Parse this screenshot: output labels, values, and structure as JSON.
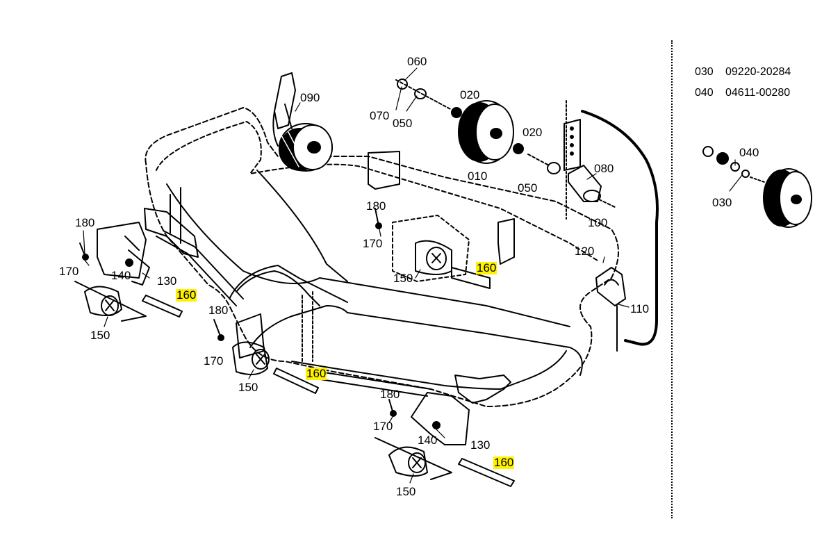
{
  "callouts": [
    {
      "id": "c060",
      "text": "060",
      "highlight": false
    },
    {
      "id": "c090",
      "text": "090",
      "highlight": false
    },
    {
      "id": "c020a",
      "text": "020",
      "highlight": false
    },
    {
      "id": "c070",
      "text": "070",
      "highlight": false
    },
    {
      "id": "c050a",
      "text": "050",
      "highlight": false
    },
    {
      "id": "c020b",
      "text": "020",
      "highlight": false
    },
    {
      "id": "c080",
      "text": "080",
      "highlight": false
    },
    {
      "id": "c010",
      "text": "010",
      "highlight": false
    },
    {
      "id": "c050b",
      "text": "050",
      "highlight": false
    },
    {
      "id": "c100",
      "text": "100",
      "highlight": false
    },
    {
      "id": "c180a",
      "text": "180",
      "highlight": false
    },
    {
      "id": "c170a",
      "text": "170",
      "highlight": false
    },
    {
      "id": "c160a",
      "text": "160",
      "highlight": true
    },
    {
      "id": "c150a",
      "text": "150",
      "highlight": false
    },
    {
      "id": "c120",
      "text": "120",
      "highlight": false
    },
    {
      "id": "c110",
      "text": "110",
      "highlight": false
    },
    {
      "id": "c180b",
      "text": "180",
      "highlight": false
    },
    {
      "id": "c170b",
      "text": "170",
      "highlight": false
    },
    {
      "id": "c140a",
      "text": "140",
      "highlight": false
    },
    {
      "id": "c130a",
      "text": "130",
      "highlight": false
    },
    {
      "id": "c160b",
      "text": "160",
      "highlight": true
    },
    {
      "id": "c150b",
      "text": "150",
      "highlight": false
    },
    {
      "id": "c180c",
      "text": "180",
      "highlight": false
    },
    {
      "id": "c170c",
      "text": "170",
      "highlight": false
    },
    {
      "id": "c160c",
      "text": "160",
      "highlight": true
    },
    {
      "id": "c150c",
      "text": "150",
      "highlight": false
    },
    {
      "id": "c180d",
      "text": "180",
      "highlight": false
    },
    {
      "id": "c170d",
      "text": "170",
      "highlight": false
    },
    {
      "id": "c140b",
      "text": "140",
      "highlight": false
    },
    {
      "id": "c130b",
      "text": "130",
      "highlight": false
    },
    {
      "id": "c160d",
      "text": "160",
      "highlight": true
    },
    {
      "id": "c150d",
      "text": "150",
      "highlight": false
    },
    {
      "id": "c040",
      "text": "040",
      "highlight": false
    },
    {
      "id": "c030",
      "text": "030",
      "highlight": false
    }
  ],
  "legend": [
    {
      "code": "030",
      "part_number": "09220-20284"
    },
    {
      "code": "040",
      "part_number": "04611-00280"
    }
  ],
  "colors": {
    "line": "#000000",
    "highlight": "#fff100",
    "background": "#ffffff"
  }
}
